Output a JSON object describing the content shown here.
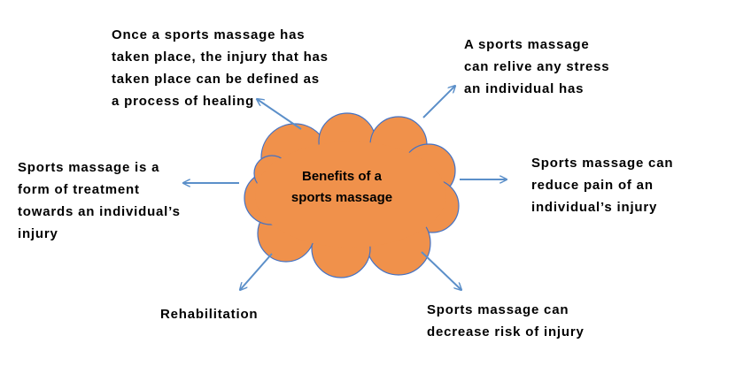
{
  "center": {
    "lines": [
      "Benefits of a",
      "sports massage"
    ]
  },
  "benefits": [
    {
      "id": "healing",
      "lines": [
        "Once a sports massage has",
        "taken place, the injury that has",
        "taken place can be defined as",
        "a process of healing"
      ]
    },
    {
      "id": "stress",
      "lines": [
        "A sports massage",
        "can relive any stress",
        "an individual has"
      ]
    },
    {
      "id": "treatment",
      "lines": [
        "Sports massage is a",
        "form of treatment",
        "towards an individual’s",
        "injury"
      ]
    },
    {
      "id": "pain",
      "lines": [
        "Sports massage can",
        "reduce pain of an",
        "individual’s injury"
      ]
    },
    {
      "id": "rehab",
      "lines": [
        "Rehabilitation"
      ]
    },
    {
      "id": "risk",
      "lines": [
        "Sports massage can",
        "decrease risk of injury"
      ]
    }
  ],
  "colors": {
    "cloud_fill": "#F0914B",
    "cloud_outline": "#4472C4",
    "arrow": "#5B8FC9",
    "text": "#000000"
  }
}
